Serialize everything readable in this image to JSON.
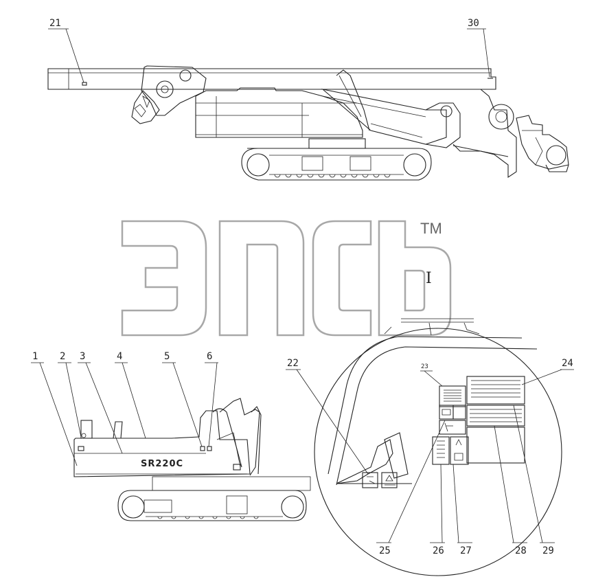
{
  "diagram": {
    "model_label": "SR220C",
    "watermark": {
      "trademark": "TM",
      "detail_marker": "I"
    },
    "callouts": {
      "c1": "1",
      "c2": "2",
      "c3": "3",
      "c4": "4",
      "c5": "5",
      "c6": "6",
      "c21": "21",
      "c22": "22",
      "c23": "23",
      "c24": "24",
      "c25": "25",
      "c26": "26",
      "c27": "27",
      "c28": "28",
      "c29": "29",
      "c30": "30"
    }
  }
}
